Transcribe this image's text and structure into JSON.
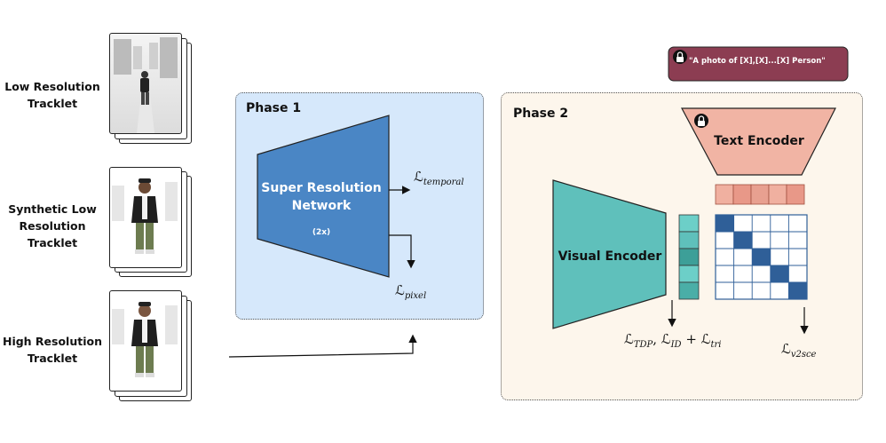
{
  "left_labels": {
    "low": "Low Resolution Tracklet",
    "synthetic": "Synthetic Low Resolution Tracklet",
    "high": "High Resolution Tracklet"
  },
  "phase1": {
    "title": "Phase 1",
    "network_label": "Super Resolution Network",
    "scale": "(2x)",
    "loss_temporal_base": "ℒ",
    "loss_temporal_sub": "temporal",
    "loss_pixel_base": "ℒ",
    "loss_pixel_sub": "pixel"
  },
  "phase2": {
    "title": "Phase 2",
    "visual_encoder": "Visual Encoder",
    "text_encoder": "Text Encoder",
    "prompt": "\"A photo of [X],[X]...[X] Person\"",
    "loss_main_parts": [
      "ℒ",
      "TDP",
      ",  ℒ",
      "ID",
      " + ℒ",
      "tri"
    ],
    "loss_v2sce_base": "ℒ",
    "loss_v2sce_sub": "v2sce"
  },
  "colors": {
    "phase1_bg": "#d6e8fb",
    "phase2_bg": "#fdf6ec",
    "sr_network": "#4a86c5",
    "visual_encoder": "#5fc0bb",
    "text_encoder": "#f1b4a4",
    "prompt_box": "#8c3d52",
    "matrix_highlight": "#2f5f98"
  }
}
